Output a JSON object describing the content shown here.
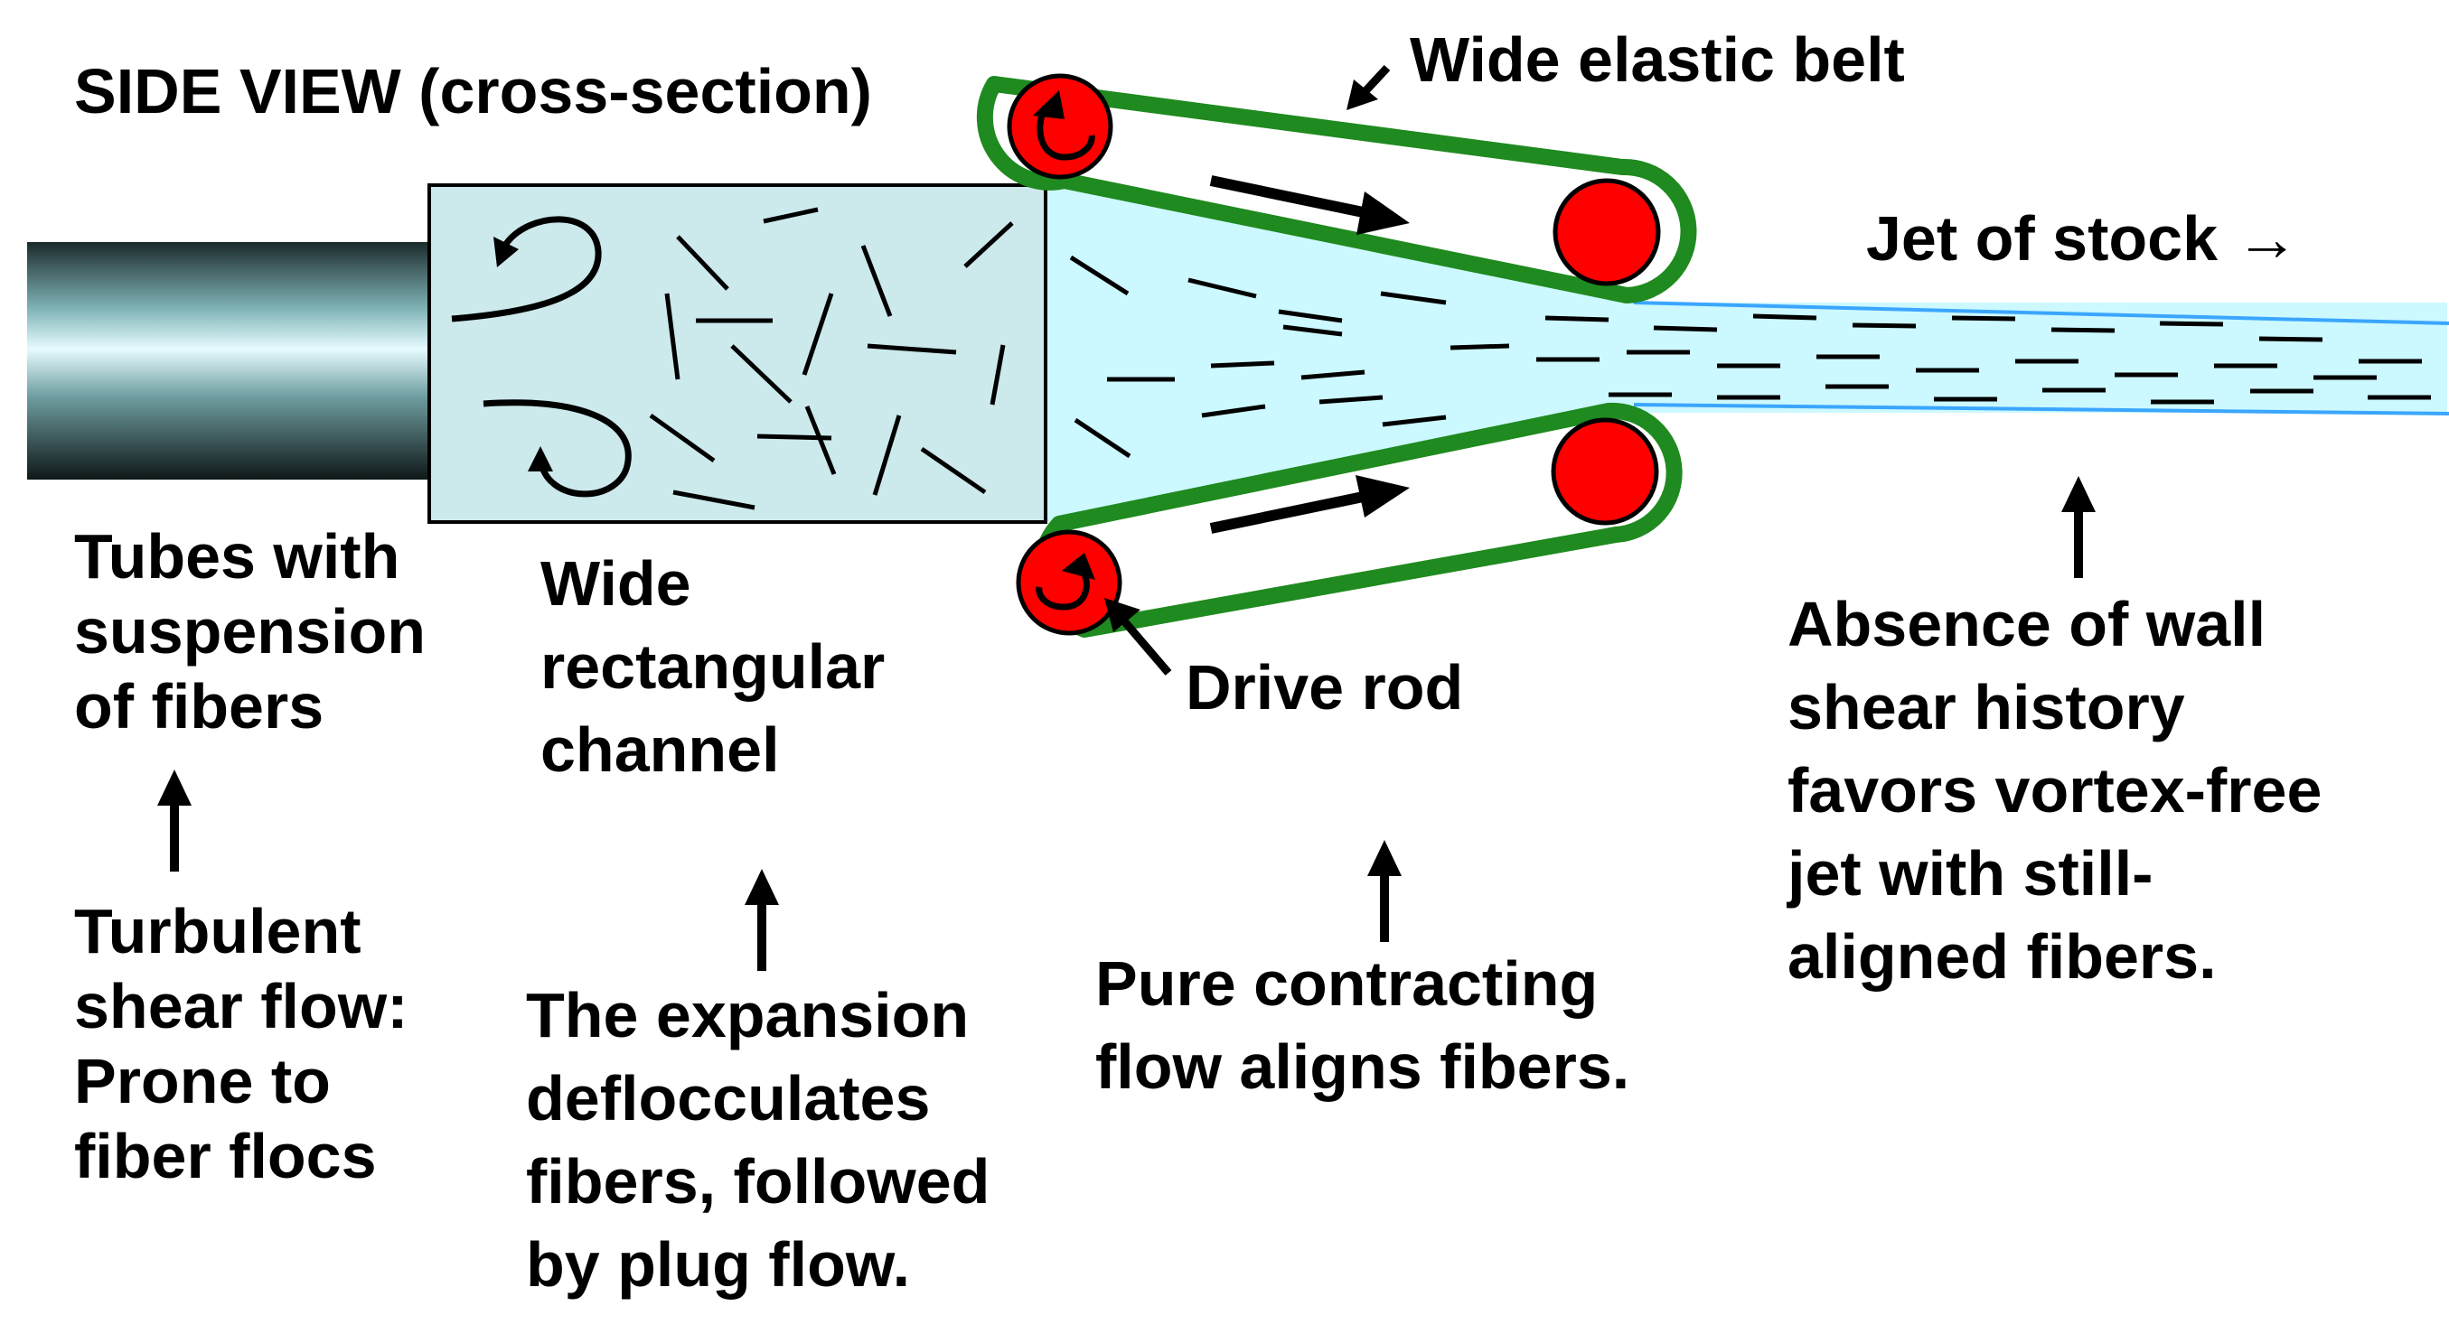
{
  "title": "SIDE VIEW (cross-section)",
  "belt_label": "Wide elastic belt",
  "jet_label": "Jet of stock →",
  "drive_rod_label": "Drive rod",
  "tubes_label": [
    "Tubes with",
    "suspension",
    "of fibers"
  ],
  "channel_label": [
    "Wide",
    "rectangular",
    "channel"
  ],
  "turbulent_label": [
    "Turbulent",
    "shear flow:",
    "Prone to",
    "fiber flocs"
  ],
  "expansion_label": [
    "The expansion",
    "deflocculates",
    "fibers, followed",
    "by plug flow."
  ],
  "contracting_label": [
    "Pure contracting",
    "flow aligns fibers."
  ],
  "absence_label": [
    "Absence of wall",
    "shear history",
    "favors vortex-free",
    "jet with still-",
    "aligned fibers."
  ],
  "colors": {
    "belt": "#1f8a1f",
    "rollers": "#ff0000",
    "channel_fill": "#cce9ec",
    "jet_fill": "#ccf8ff",
    "jet_edge": "#3aa6ff",
    "fibers": "#000000"
  }
}
